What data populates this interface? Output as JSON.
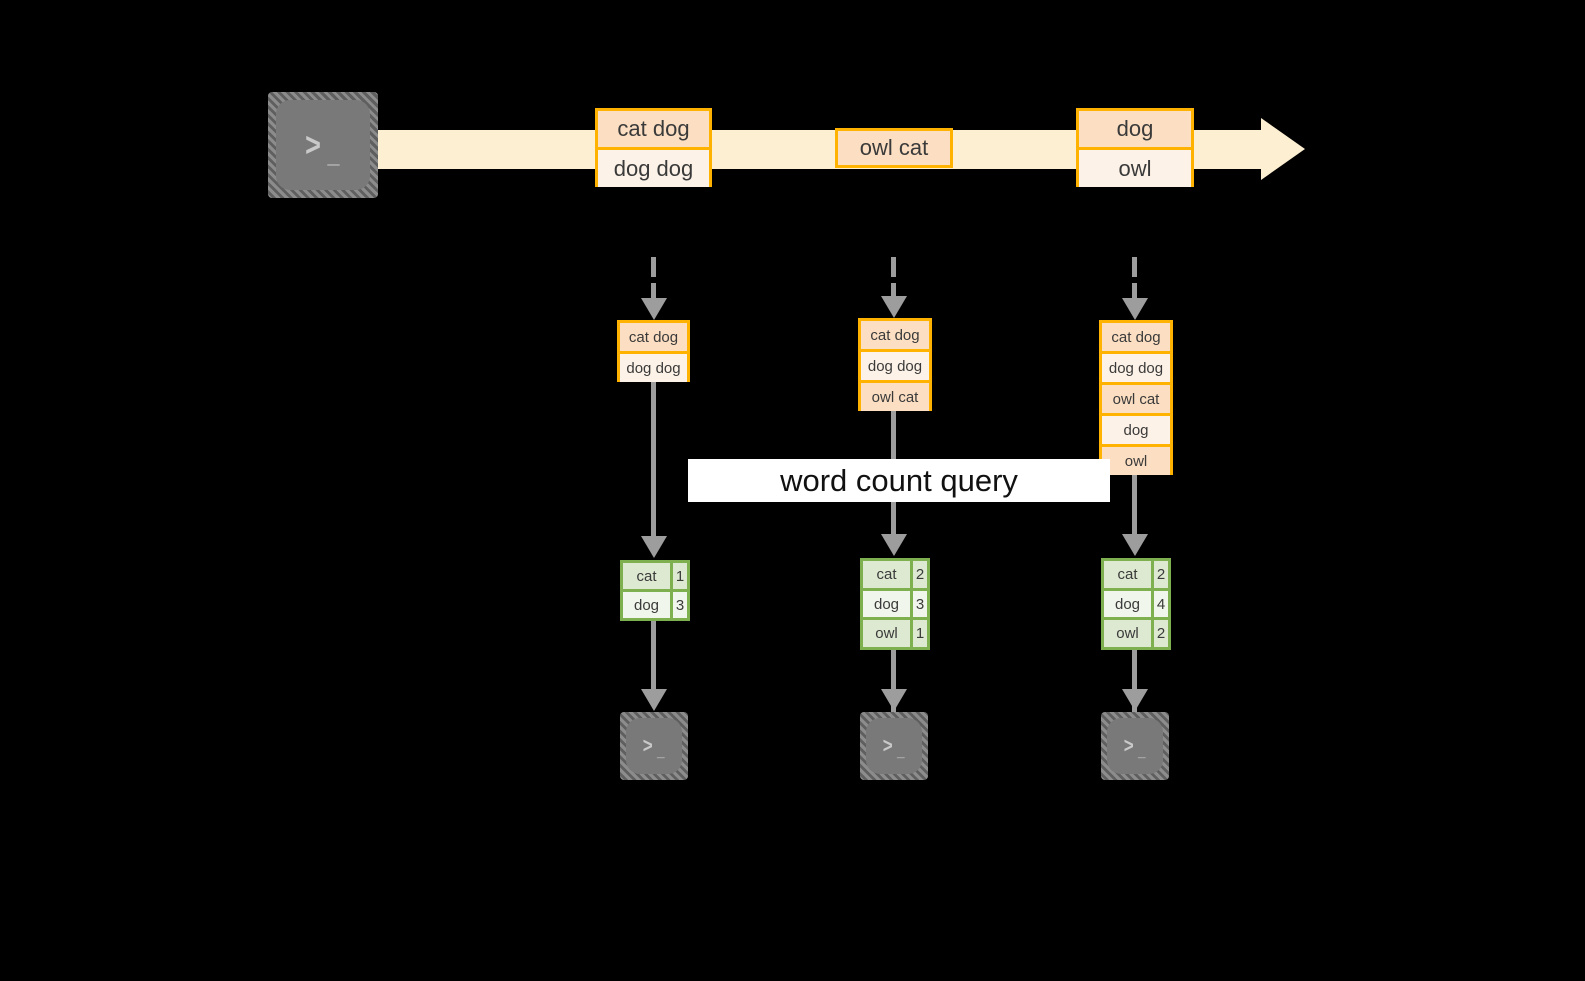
{
  "diagram": {
    "title_banner": "word count query",
    "colors": {
      "background": "#000000",
      "stream_band": "#fdf0d2",
      "record_border": "#ffb300",
      "record_fill_dark": "#fcdfc2",
      "record_fill_light": "#fdf2e7",
      "table_border": "#7fb04f",
      "table_fill_dark": "#dde9d0",
      "table_fill_light": "#f1f6ec",
      "connector": "#9d9d9d",
      "terminal": "#797979",
      "banner_fill": "#ffffff",
      "text": "#3a3a3a"
    },
    "producer": {
      "icon": "terminal-icon",
      "chevron": ">",
      "underscore": "_"
    },
    "stream": {
      "records": [
        {
          "lines": [
            "cat dog",
            "dog dog"
          ]
        },
        {
          "lines": [
            "owl cat"
          ]
        },
        {
          "lines": [
            "dog",
            "owl"
          ]
        }
      ]
    },
    "snapshots": [
      {
        "log": [
          "cat dog",
          "dog dog"
        ],
        "result": {
          "rows": [
            {
              "word": "cat",
              "count": "1"
            },
            {
              "word": "dog",
              "count": "3"
            }
          ]
        },
        "consumer": {
          "icon": "terminal-icon",
          "chevron": ">",
          "underscore": "_"
        }
      },
      {
        "log": [
          "cat dog",
          "dog dog",
          "owl cat"
        ],
        "result": {
          "rows": [
            {
              "word": "cat",
              "count": "2"
            },
            {
              "word": "dog",
              "count": "3"
            },
            {
              "word": "owl",
              "count": "1"
            }
          ]
        },
        "consumer": {
          "icon": "terminal-icon",
          "chevron": ">",
          "underscore": "_"
        }
      },
      {
        "log": [
          "cat dog",
          "dog dog",
          "owl cat",
          "dog",
          "owl"
        ],
        "result": {
          "rows": [
            {
              "word": "cat",
              "count": "2"
            },
            {
              "word": "dog",
              "count": "4"
            },
            {
              "word": "owl",
              "count": "2"
            }
          ]
        },
        "consumer": {
          "icon": "terminal-icon",
          "chevron": ">",
          "underscore": "_"
        }
      }
    ]
  }
}
